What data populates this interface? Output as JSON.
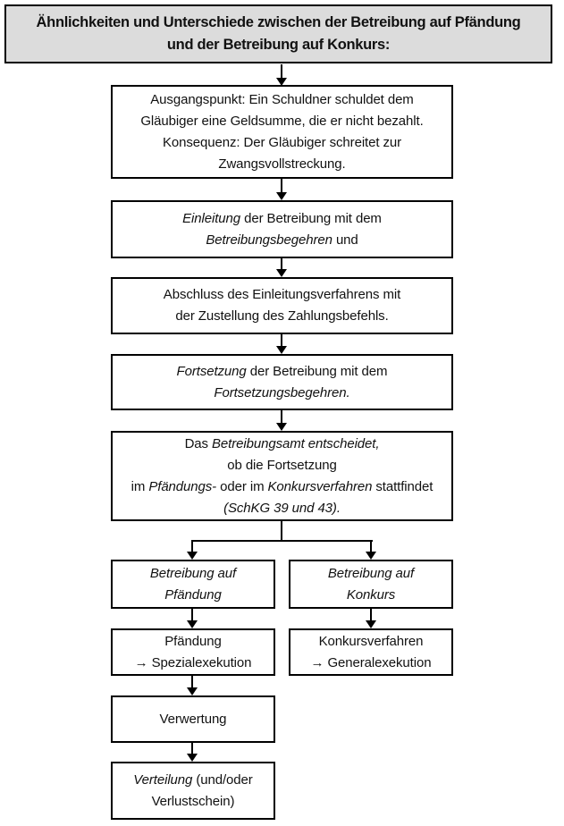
{
  "title": {
    "line1": "Ähnlichkeiten und Unterschiede zwischen der Betreibung auf Pfändung",
    "line2": "und der Betreibung auf Konkurs:"
  },
  "boxes": {
    "ausgangspunkt": {
      "lines": [
        [
          "Ausgangspunkt: Ein Schuldner schuldet dem"
        ],
        [
          "Gläubiger eine Geldsumme, die er nicht bezahlt."
        ],
        [
          "Konsequenz: Der Gläubiger schreitet zur"
        ],
        [
          "Zwangsvollstreckung."
        ]
      ]
    },
    "einleitung": {
      "lines": [
        [
          "Einleitung",
          " der Betreibung mit dem"
        ],
        [
          "Betreibungsbegehren",
          " und"
        ]
      ]
    },
    "abschluss": {
      "lines": [
        [
          "Abschluss des Einleitungsverfahrens mit"
        ],
        [
          "der Zustellung des Zahlungsbefehls."
        ]
      ]
    },
    "fortsetzung": {
      "lines": [
        [
          "Fortsetzung",
          " der Betreibung mit dem"
        ],
        [
          "Fortsetzungsbegehren."
        ]
      ]
    },
    "entscheid": {
      "lines": [
        [
          "Das ",
          "Betreibungsamt entscheidet,"
        ],
        [
          "ob die Fortsetzung"
        ],
        [
          "im ",
          "Pfändungs-",
          " oder im ",
          "Konkursverfahren",
          " stattfindet"
        ],
        [
          "(SchKG 39 und 43)."
        ]
      ]
    },
    "betreibung_pfaendung": {
      "lines": [
        [
          "Betreibung auf"
        ],
        [
          "Pfändung"
        ]
      ]
    },
    "betreibung_konkurs": {
      "lines": [
        [
          "Betreibung auf"
        ],
        [
          "Konkurs"
        ]
      ]
    },
    "pfaendung_step": {
      "lines": [
        [
          "Pfändung"
        ],
        [
          "→ Spezialexekution"
        ]
      ]
    },
    "konkurs_step": {
      "lines": [
        [
          "Konkursverfahren"
        ],
        [
          "→ Generalexekution"
        ]
      ]
    },
    "verwertung": {
      "lines": [
        [
          "Verwertung"
        ]
      ]
    },
    "verteilung": {
      "lines": [
        [
          "Verteilung",
          " (und/oder"
        ],
        [
          "Verlustschein)"
        ]
      ]
    }
  },
  "colors": {
    "title_background": "#dcdcdc",
    "box_border": "#000000",
    "text": "#111111",
    "page_background": "#ffffff"
  }
}
